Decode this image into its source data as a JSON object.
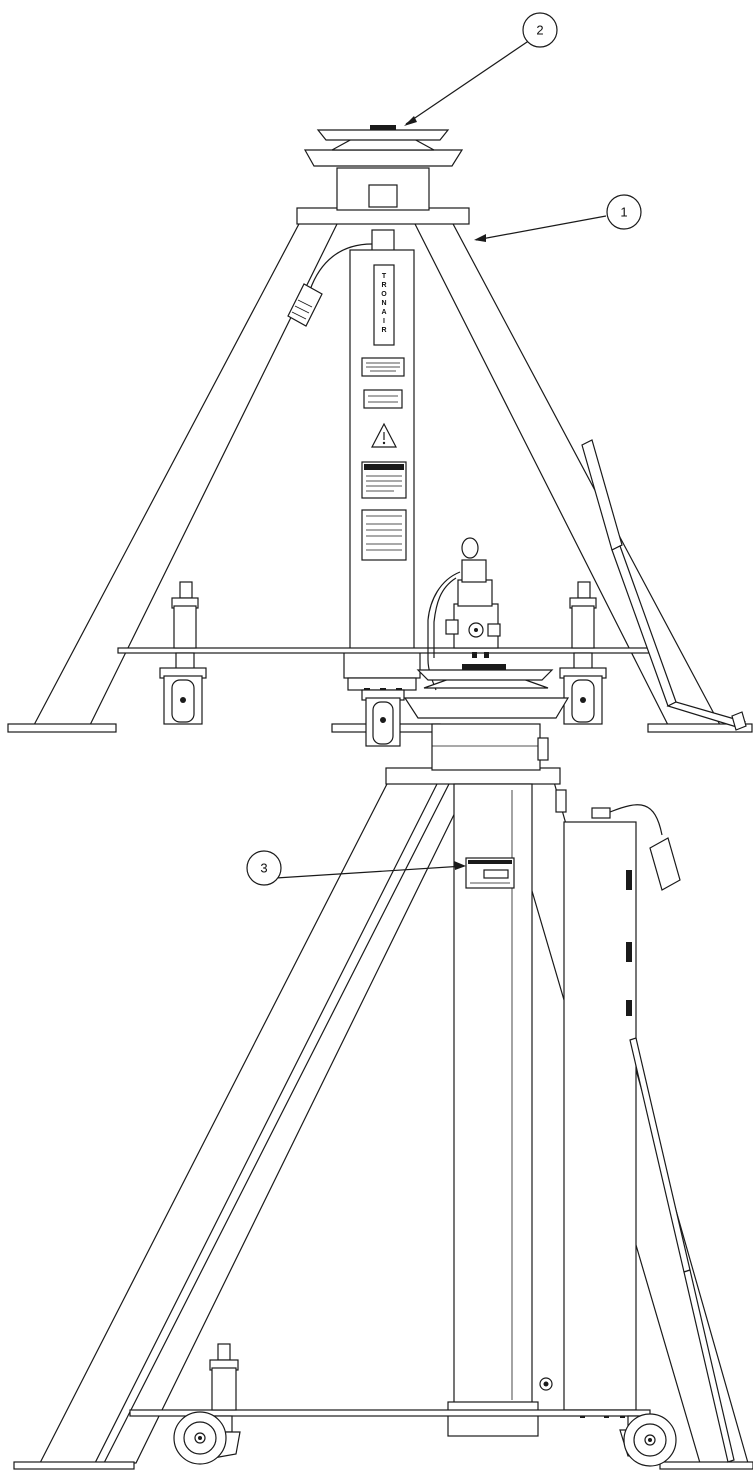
{
  "callouts": {
    "item1": "1",
    "item2": "2",
    "item3": "3"
  },
  "colors": {
    "line": "#1a1a1a",
    "background": "#ffffff"
  },
  "icons": {
    "warning": "warning-triangle-icon"
  }
}
